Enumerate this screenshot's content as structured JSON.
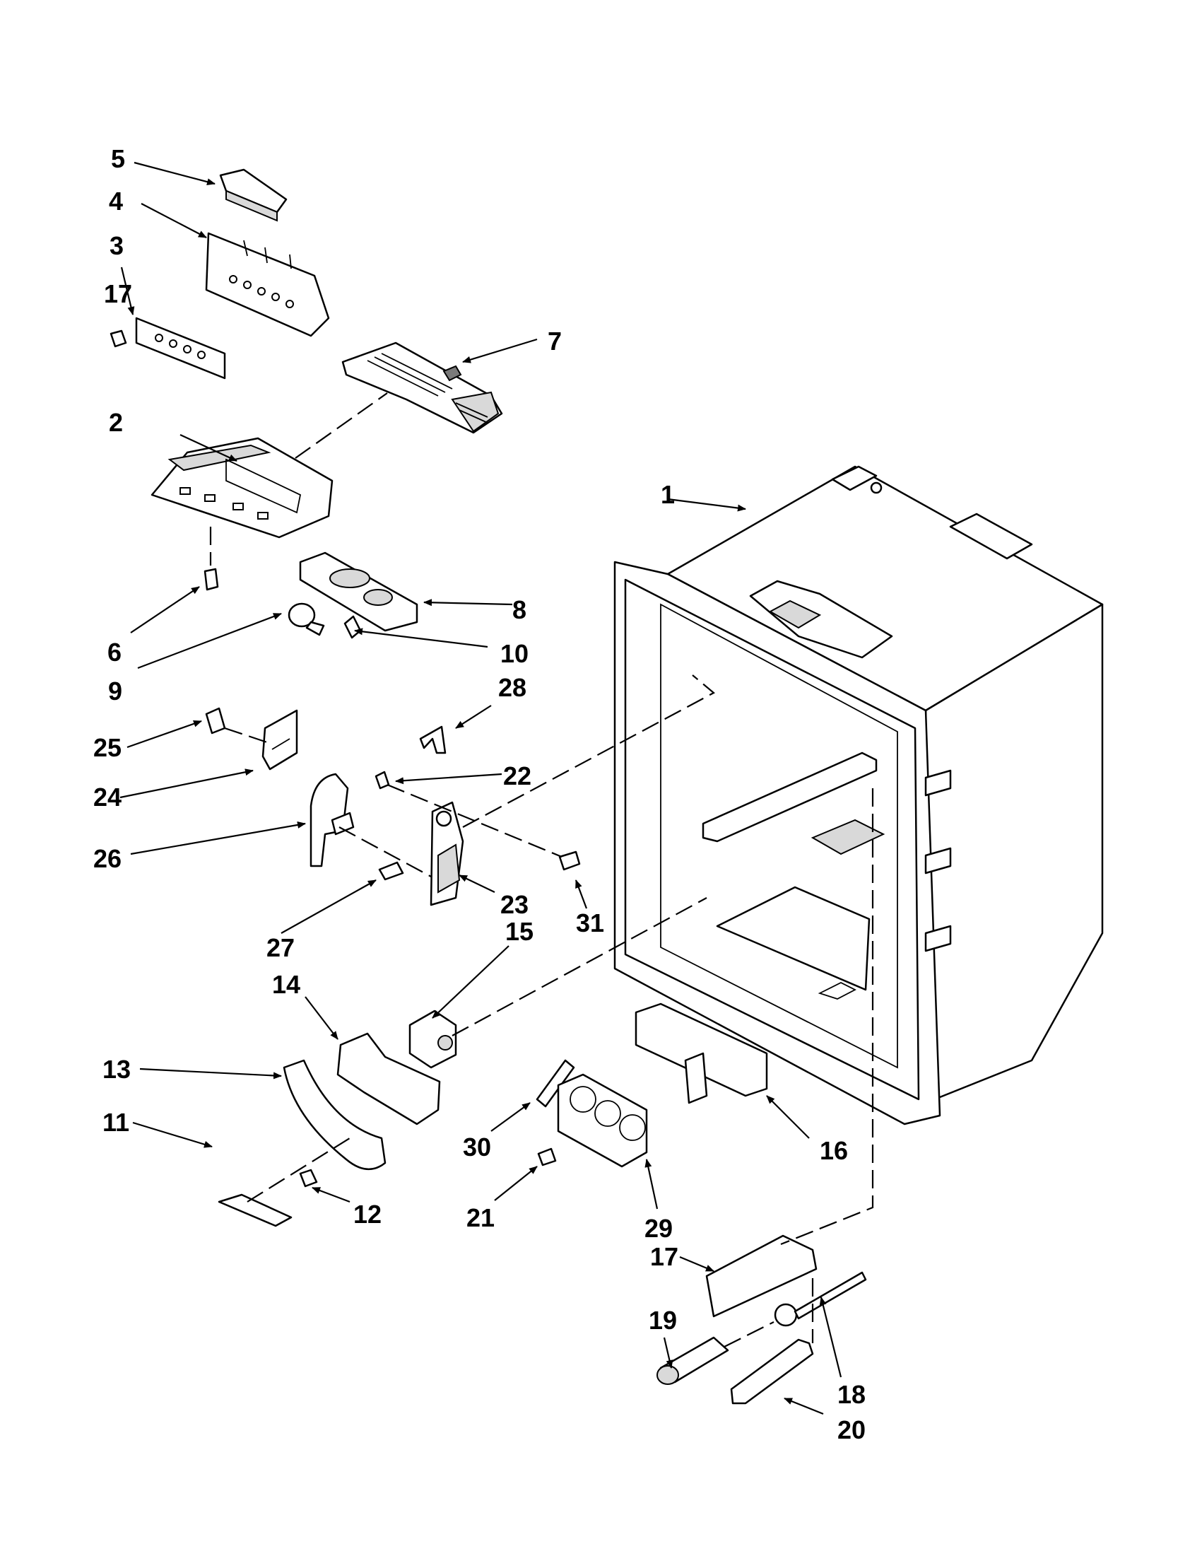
{
  "callouts": [
    {
      "id": "1",
      "label": "1"
    },
    {
      "id": "2",
      "label": "2"
    },
    {
      "id": "3",
      "label": "3"
    },
    {
      "id": "4",
      "label": "4"
    },
    {
      "id": "5",
      "label": "5"
    },
    {
      "id": "6",
      "label": "6"
    },
    {
      "id": "7",
      "label": "7"
    },
    {
      "id": "8",
      "label": "8"
    },
    {
      "id": "9",
      "label": "9"
    },
    {
      "id": "10",
      "label": "10"
    },
    {
      "id": "11",
      "label": "11"
    },
    {
      "id": "12",
      "label": "12"
    },
    {
      "id": "13",
      "label": "13"
    },
    {
      "id": "14",
      "label": "14"
    },
    {
      "id": "15",
      "label": "15"
    },
    {
      "id": "16",
      "label": "16"
    },
    {
      "id": "17a",
      "label": "17"
    },
    {
      "id": "17b",
      "label": "17"
    },
    {
      "id": "18",
      "label": "18"
    },
    {
      "id": "19",
      "label": "19"
    },
    {
      "id": "20",
      "label": "20"
    },
    {
      "id": "21",
      "label": "21"
    },
    {
      "id": "22",
      "label": "22"
    },
    {
      "id": "23",
      "label": "23"
    },
    {
      "id": "24",
      "label": "24"
    },
    {
      "id": "25",
      "label": "25"
    },
    {
      "id": "26",
      "label": "26"
    },
    {
      "id": "27",
      "label": "27"
    },
    {
      "id": "28",
      "label": "28"
    },
    {
      "id": "29",
      "label": "29"
    },
    {
      "id": "30",
      "label": "30"
    },
    {
      "id": "31",
      "label": "31"
    }
  ]
}
